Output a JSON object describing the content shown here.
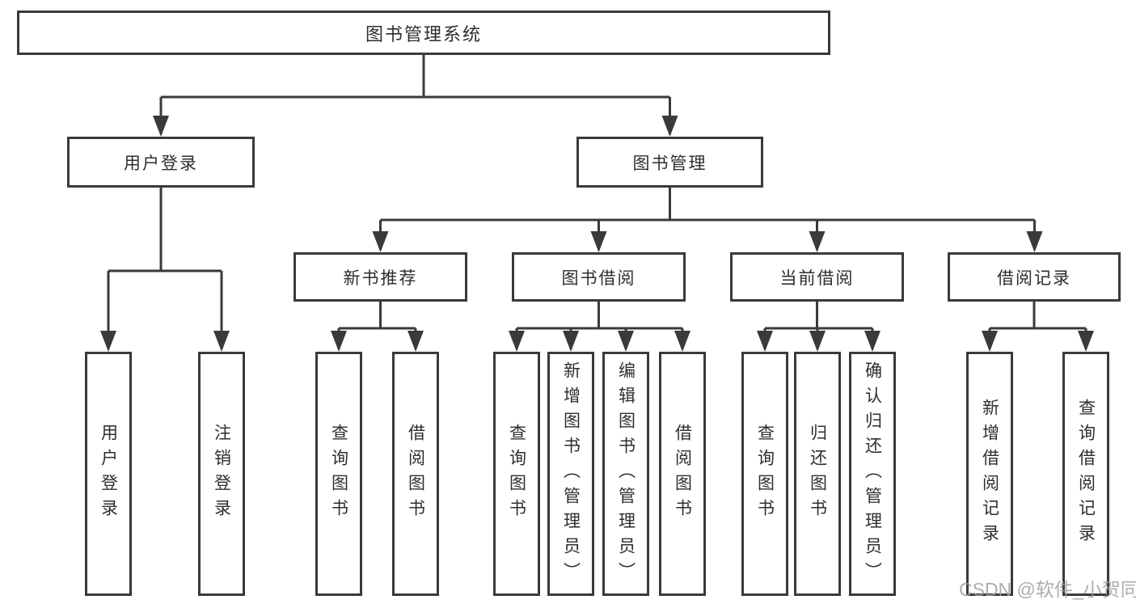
{
  "diagram": {
    "root_label": "图书管理系统",
    "level2": {
      "user_login": "用户登录",
      "book_mgmt": "图书管理"
    },
    "level3": {
      "new_books": "新书推荐",
      "book_borrow": "图书借阅",
      "current_borrow": "当前借阅",
      "borrow_records": "借阅记录"
    },
    "leaves": {
      "login": [
        "用户登录",
        "注销登录"
      ],
      "new_books": [
        "查询图书",
        "借阅图书"
      ],
      "book_borrow": [
        "查询图书",
        "新增图书（管理员）",
        "编辑图书（管理员）",
        "借阅图书"
      ],
      "current_borrow": [
        "查询图书",
        "归还图书",
        "确认归还（管理员）"
      ],
      "borrow_records": [
        "新增借阅记录",
        "查询借阅记录"
      ]
    }
  },
  "watermark": {
    "text": "CSDN @软件_小贺同学"
  },
  "colors": {
    "line": "#3a3a3a",
    "border": "#3a3a3a",
    "text": "#2e2e2e",
    "watermark": "#9e9e9e",
    "background": "#ffffff"
  }
}
